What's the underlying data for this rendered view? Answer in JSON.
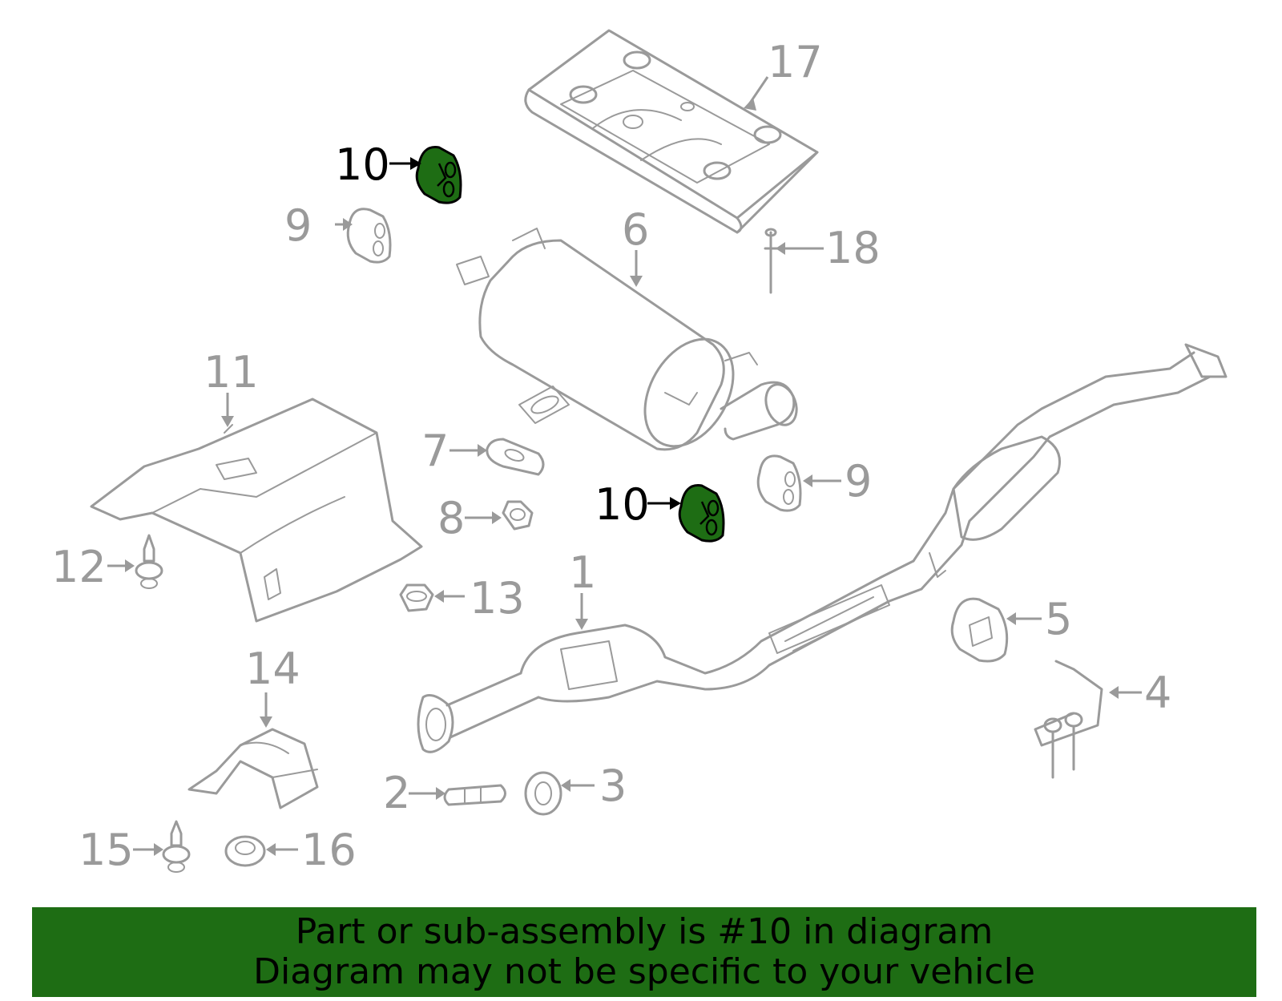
{
  "callouts": [
    {
      "id": "1",
      "label": "1",
      "highlighted": false
    },
    {
      "id": "2",
      "label": "2",
      "highlighted": false
    },
    {
      "id": "3",
      "label": "3",
      "highlighted": false
    },
    {
      "id": "4",
      "label": "4",
      "highlighted": false
    },
    {
      "id": "5",
      "label": "5",
      "highlighted": false
    },
    {
      "id": "6",
      "label": "6",
      "highlighted": false
    },
    {
      "id": "7",
      "label": "7",
      "highlighted": false
    },
    {
      "id": "8",
      "label": "8",
      "highlighted": false
    },
    {
      "id": "9a",
      "label": "9",
      "highlighted": false
    },
    {
      "id": "9b",
      "label": "9",
      "highlighted": false
    },
    {
      "id": "10a",
      "label": "10",
      "highlighted": true
    },
    {
      "id": "10b",
      "label": "10",
      "highlighted": true
    },
    {
      "id": "11",
      "label": "11",
      "highlighted": false
    },
    {
      "id": "12",
      "label": "12",
      "highlighted": false
    },
    {
      "id": "13",
      "label": "13",
      "highlighted": false
    },
    {
      "id": "14",
      "label": "14",
      "highlighted": false
    },
    {
      "id": "15",
      "label": "15",
      "highlighted": false
    },
    {
      "id": "16",
      "label": "16",
      "highlighted": false
    },
    {
      "id": "17",
      "label": "17",
      "highlighted": false
    },
    {
      "id": "18",
      "label": "18",
      "highlighted": false
    }
  ],
  "colors": {
    "highlight_fill": "#1e6d14",
    "highlight_text": "#000000",
    "part_line": "#9a9a9a",
    "banner_bg": "#1e6d14",
    "background": "#ffffff"
  },
  "banner": {
    "line1": "Part or sub-assembly is #10 in diagram",
    "line2": "Diagram may not be specific to your vehicle"
  }
}
